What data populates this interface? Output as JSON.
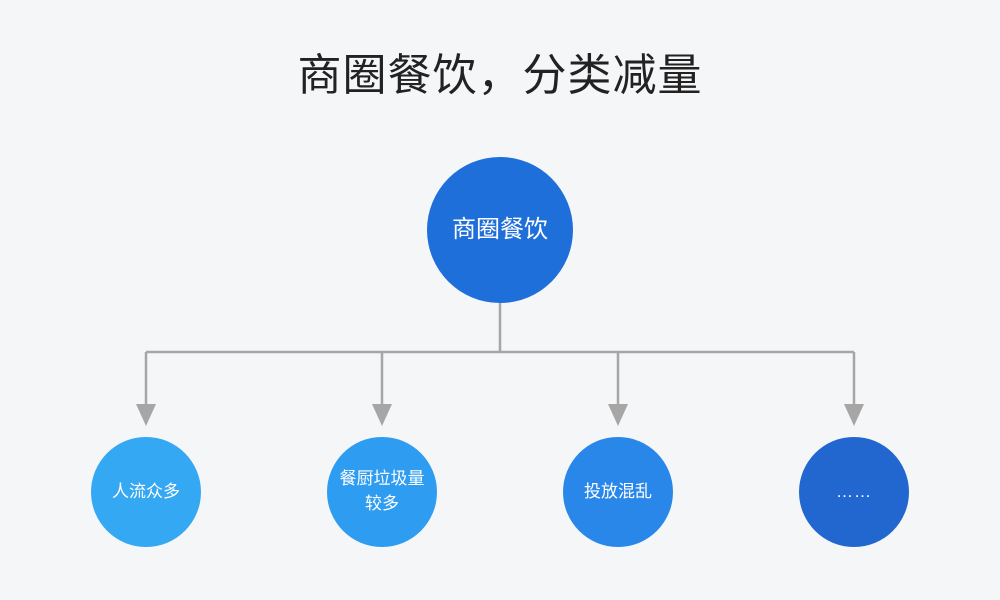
{
  "page": {
    "background_color": "#f5f6f8",
    "title": "商圈餐饮，分类减量",
    "title_color": "#222222"
  },
  "diagram": {
    "type": "tree",
    "connector_color": "#a6a6a6",
    "root": {
      "id": "root",
      "label": "商圈餐饮",
      "color": "#1e6fd9",
      "text_color": "#ffffff"
    },
    "leaves": [
      {
        "id": "leaf-1",
        "label": "人流众多",
        "color": "#35a8f4",
        "text_color": "#ffffff"
      },
      {
        "id": "leaf-2",
        "label": "餐厨垃圾量\n较多",
        "color": "#2e9cf0",
        "text_color": "#ffffff"
      },
      {
        "id": "leaf-3",
        "label": "投放混乱",
        "color": "#2a87ea",
        "text_color": "#ffffff"
      },
      {
        "id": "leaf-4",
        "label": "……",
        "color": "#2266cf",
        "text_color": "#ffffff"
      }
    ]
  }
}
